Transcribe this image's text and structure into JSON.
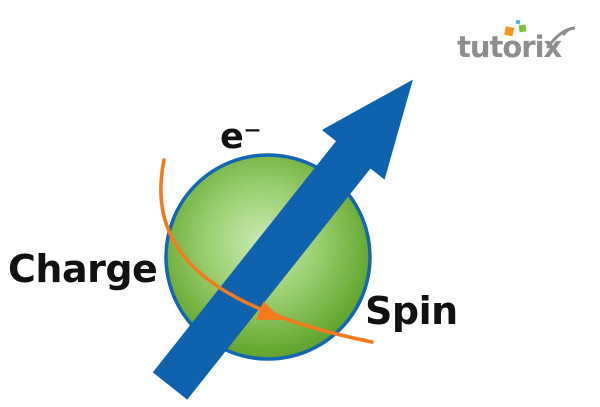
{
  "page": {
    "background": "#ffffff"
  },
  "logo": {
    "text": "tutorix",
    "text_color": "#8d8d8f",
    "dots": {
      "orange": "#f6921e",
      "blue": "#45b1e8",
      "green": "#7ac143"
    }
  },
  "diagram": {
    "electron_label": "e⁻",
    "charge_label": "Charge",
    "spin_label": "Spin",
    "colors": {
      "spin_axis_arrow": "#0e62ae",
      "sphere_outline": "#1566b2",
      "spin_arc": "#f57a1e",
      "label_text": "#111111"
    },
    "sphere_gradient": {
      "center": "#c9e9b3",
      "mid": "#9ed173",
      "outer": "#6cac38",
      "edge": "#4e9021"
    }
  }
}
